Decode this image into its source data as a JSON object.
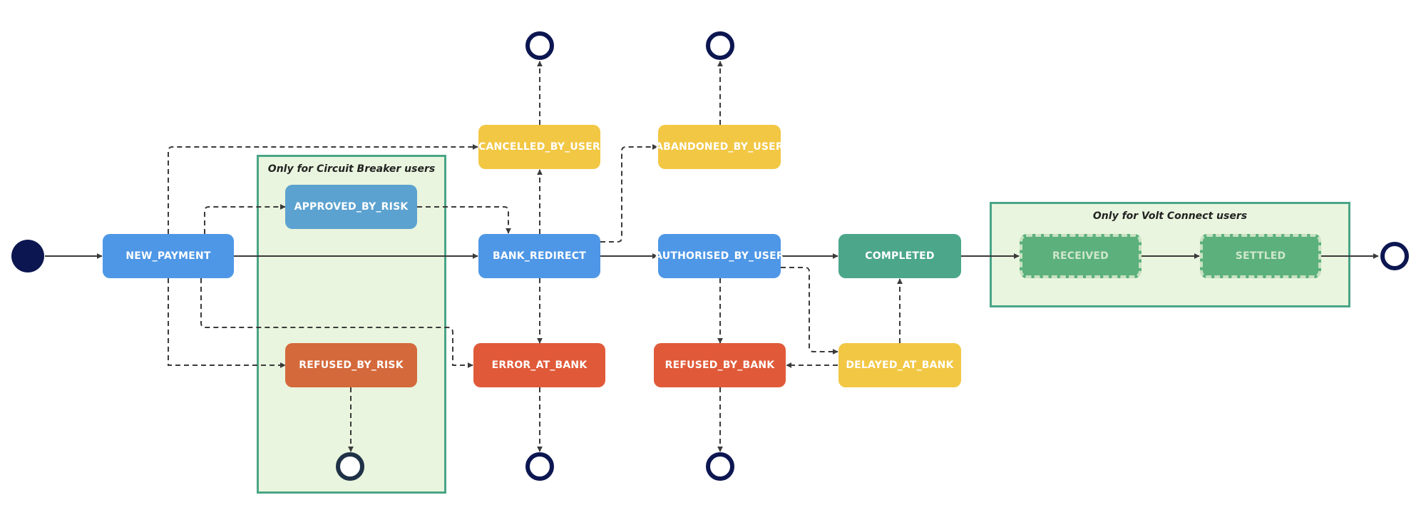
{
  "groups": {
    "circuit_breaker": "Only for Circuit Breaker users",
    "volt_connect": "Only for Volt Connect users"
  },
  "states": {
    "new_payment": "NEW_PAYMENT",
    "approved_by_risk": "APPROVED_BY_RISK",
    "refused_by_risk": "REFUSED_BY_RISK",
    "cancelled_by_user": "CANCELLED_BY_USER",
    "bank_redirect": "BANK_REDIRECT",
    "error_at_bank": "ERROR_AT_BANK",
    "abandoned_by_user": "ABANDONED_BY_USER",
    "authorised_by_user": "AUTHORISED_BY_USER",
    "refused_by_bank": "REFUSED_BY_BANK",
    "completed": "COMPLETED",
    "delayed_at_bank": "DELAYED_AT_BANK",
    "received": "RECEIVED",
    "settled": "SETTLED"
  },
  "colors": {
    "blue": "#4e97e6",
    "steel_blue": "#5ba2d0",
    "yellow": "#f2c744",
    "red": "#e05a39",
    "orange": "#d4693b",
    "teal": "#4ba68a",
    "green": "#5bb07c",
    "group_border": "#4aa586",
    "group_fill": "#e9f5de",
    "terminal": "#0c1650",
    "arrow": "#3a3a3a"
  }
}
